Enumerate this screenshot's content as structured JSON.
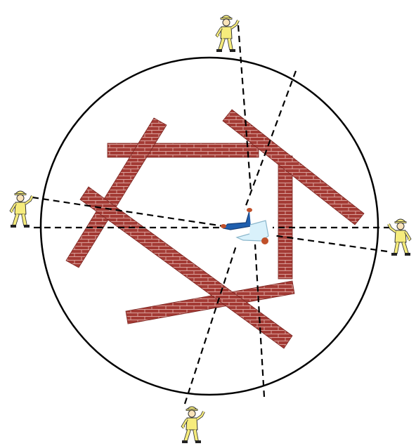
{
  "diagram": {
    "circle_stroke": "#000000",
    "line_stroke": "#000000",
    "colors": {
      "brick": "#a33a34",
      "mortar": "#d9a09a",
      "worker_suit": "#f6ec7c",
      "worker_outline": "#333333",
      "victim_pants": "#1f5fae",
      "victim_shirt": "#d9f1fb",
      "victim_hair": "#c0502a"
    },
    "icons": {
      "rescuer": "rescuer-worker-icon",
      "victim": "trapped-victim-icon",
      "wall": "brick-wall-icon"
    },
    "rescuers": [
      "top",
      "left",
      "right",
      "bottom"
    ]
  }
}
